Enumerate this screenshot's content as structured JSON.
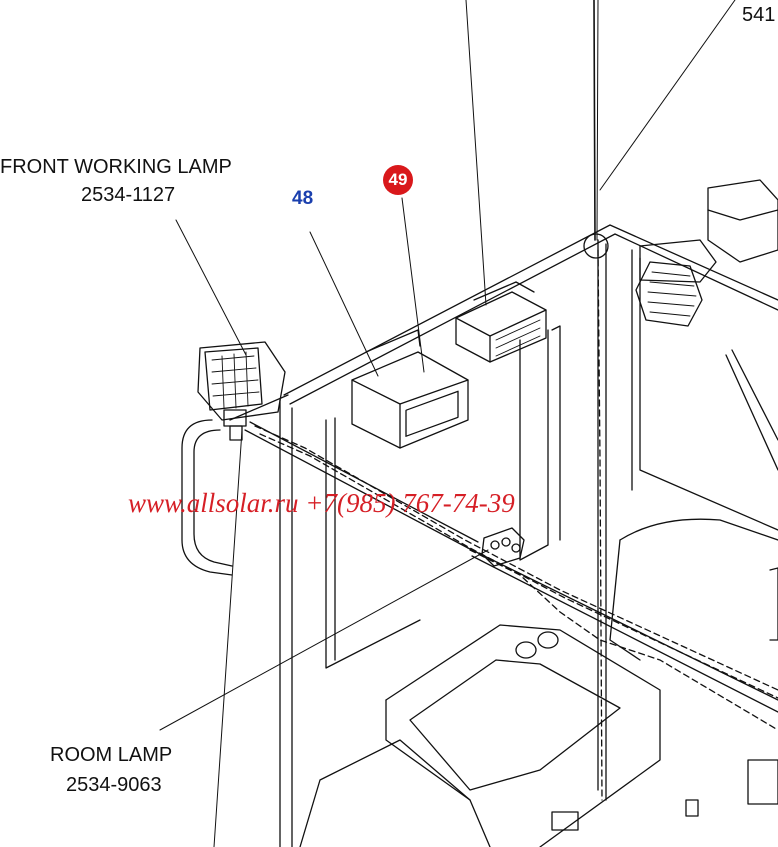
{
  "labels": {
    "front_working_lamp": {
      "name": "FRONT WORKING LAMP",
      "part_no": "2534-1127"
    },
    "room_lamp": {
      "name": "ROOM LAMP",
      "part_no": "2534-9063"
    },
    "top_right_part_no": "541"
  },
  "callouts": {
    "blue": "48",
    "red": "49"
  },
  "watermark": "www.allsolar.ru +7(985) 767-74-39",
  "colors": {
    "line": "#111111",
    "callout_blue": "#1a3fae",
    "callout_red": "#d9181b",
    "watermark": "#d61f26"
  }
}
